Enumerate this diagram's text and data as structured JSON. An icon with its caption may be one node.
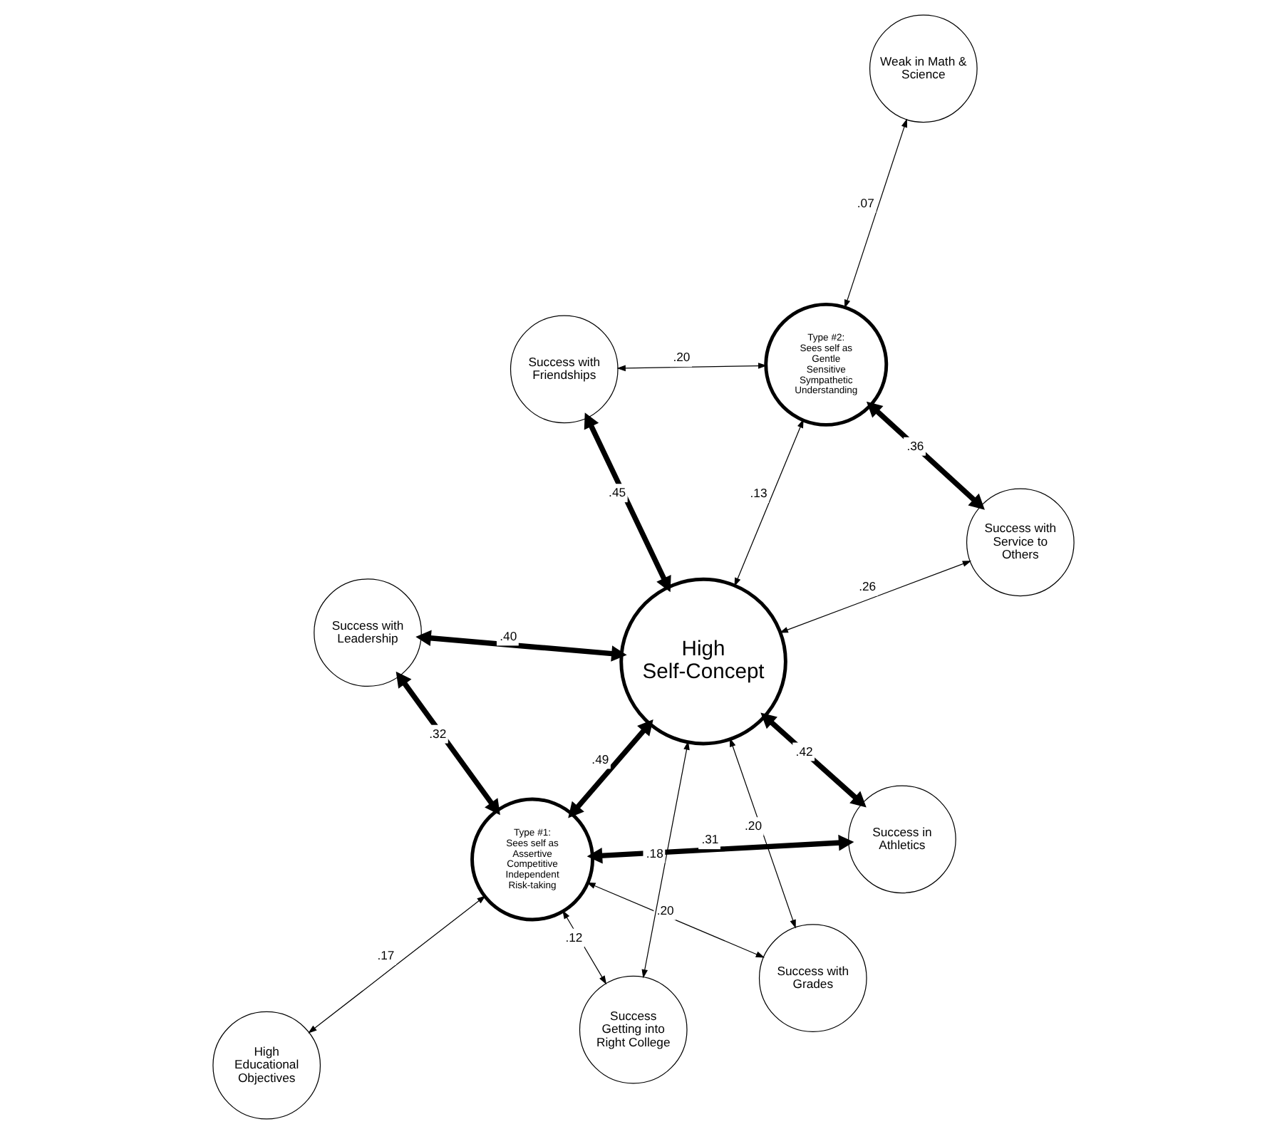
{
  "diagram": {
    "nodes": [
      {
        "text": [
          "High Educational Objectives"
        ]
      },
      {
        "text": [
          "Success with Grades"
        ]
      },
      {
        "text": [
          "Success in Athletics"
        ]
      },
      {
        "text": [
          "Weak in Math & Science"
        ]
      },
      {
        "text": [
          "Type #1:",
          "Sees self as Assertive Competitive Independent Risk-taking"
        ]
      },
      {
        "text": [
          "High Self-Concept"
        ]
      },
      {
        "text": [
          "Type #2:",
          "Sees self as Gentle Sensitive Sympathetic Understanding"
        ]
      },
      {
        "text": [
          "Success with Leadership"
        ]
      },
      {
        "text": [
          "Success Getting into Right College"
        ]
      },
      {
        "text": [
          "Success with Friendships"
        ]
      },
      {
        "text": [
          "Success with Service to Others"
        ]
      }
    ],
    "edges": [
      {
        "from": 0,
        "to": 4,
        "arrow": "both",
        "label": ".17"
      },
      {
        "from": 1,
        "to": 4,
        "arrow": "both",
        "label": ".20"
      },
      {
        "from": 1,
        "to": 5,
        "arrow": "both",
        "label": ".20"
      },
      {
        "from": 2,
        "to": 4,
        "arrow": "both",
        "label": ".31",
        "style": "thick"
      },
      {
        "from": 2,
        "to": 5,
        "arrow": "both",
        "label": ".42",
        "style": "thick"
      },
      {
        "from": 3,
        "to": 6,
        "arrow": "both",
        "label": ".07"
      },
      {
        "from": 4,
        "to": 5,
        "arrow": "both",
        "label": ".49",
        "style": "thick"
      },
      {
        "from": 5,
        "to": 6,
        "arrow": "both",
        "label": ".13"
      },
      {
        "from": 4,
        "to": 7,
        "arrow": "both",
        "label": ".32",
        "style": "thick"
      },
      {
        "from": 7,
        "to": 5,
        "arrow": "both",
        "label": ".40",
        "style": "thick"
      },
      {
        "from": 4,
        "to": 8,
        "arrow": "both",
        "label": ".12"
      },
      {
        "from": 8,
        "to": 5,
        "arrow": "both",
        "label": ".18"
      },
      {
        "from": 5,
        "to": 9,
        "arrow": "both",
        "label": ".45",
        "style": "thick"
      },
      {
        "from": 6,
        "to": 9,
        "arrow": "both",
        "label": ".20"
      },
      {
        "from": 5,
        "to": 10,
        "arrow": "both",
        "label": ".26"
      },
      {
        "from": 6,
        "to": 10,
        "arrow": "both",
        "label": ".36",
        "style": "thick"
      }
    ]
  }
}
